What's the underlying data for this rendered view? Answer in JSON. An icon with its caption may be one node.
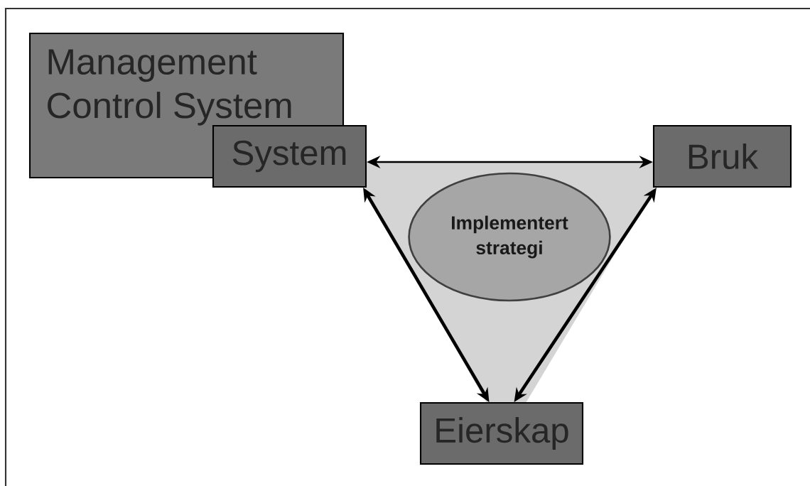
{
  "diagram": {
    "nodes": [
      {
        "text": [
          "Management Control System"
        ]
      },
      {
        "text": [
          "System"
        ]
      },
      {
        "text": [
          "Bruk"
        ]
      },
      {
        "text": [
          "Implementert strategi"
        ]
      },
      {
        "text": [
          "Eierskap"
        ]
      }
    ],
    "edges": [
      {
        "from": 1,
        "to": 2,
        "arrow": "both"
      },
      {
        "from": 1,
        "to": 4,
        "arrow": "both"
      },
      {
        "from": 2,
        "to": 4,
        "arrow": "both"
      }
    ]
  }
}
